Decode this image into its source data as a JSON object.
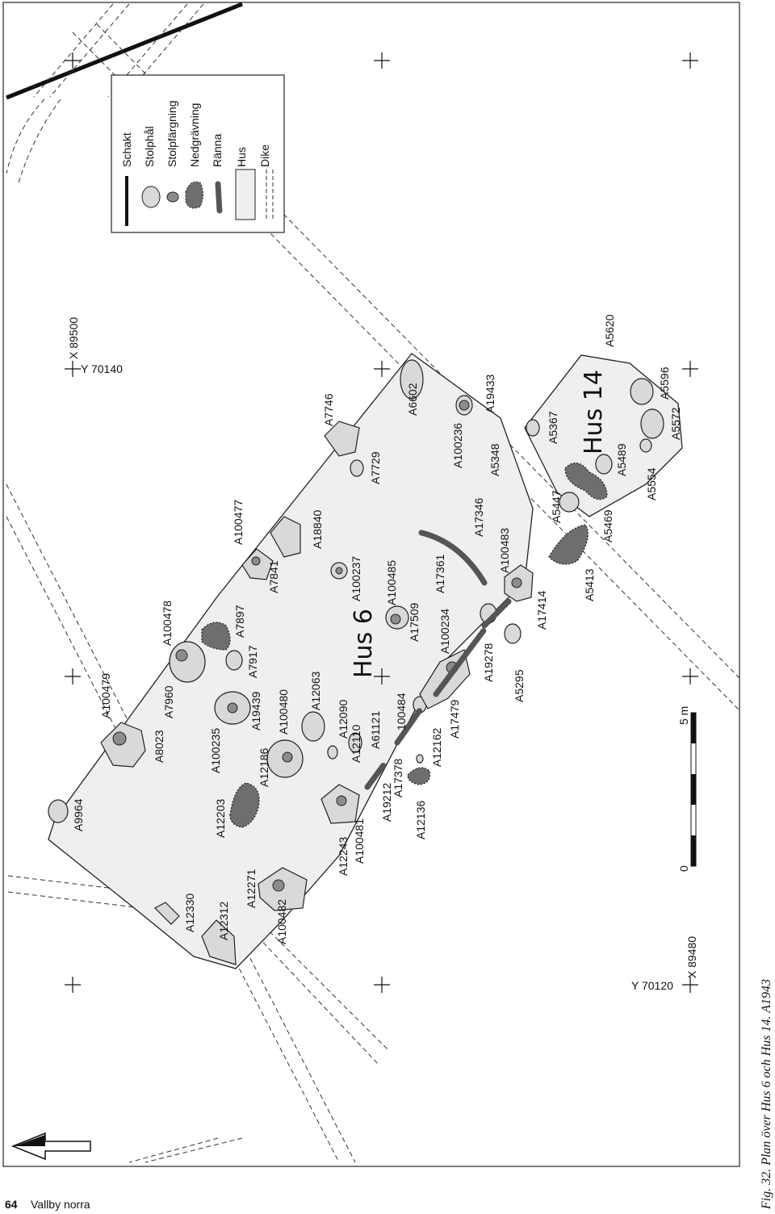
{
  "legend": {
    "items": [
      {
        "id": "schakt",
        "label": "Schakt"
      },
      {
        "id": "stolphal",
        "label": "Stolphål"
      },
      {
        "id": "stolpfargning",
        "label": "Stolpfärgning"
      },
      {
        "id": "nedgravning",
        "label": "Nedgrävning"
      },
      {
        "id": "ranna",
        "label": "Ränna"
      },
      {
        "id": "hus",
        "label": "Hus"
      },
      {
        "id": "dike",
        "label": "Dike"
      }
    ]
  },
  "houses": {
    "hus6": "Hus 6",
    "hus14": "Hus 14"
  },
  "coords": {
    "x_top": "X 89500",
    "y_top": "Y 70140",
    "x_bottom": "X 89480",
    "y_bottom": "Y 70120"
  },
  "scale": {
    "start": "0",
    "end": "5 m"
  },
  "features": [
    {
      "id": "A9964",
      "label": "A9964"
    },
    {
      "id": "A100479",
      "label": "A100479"
    },
    {
      "id": "A8023",
      "label": "A8023"
    },
    {
      "id": "A7960",
      "label": "A7960"
    },
    {
      "id": "A100478",
      "label": "A100478"
    },
    {
      "id": "A12330",
      "label": "A12330"
    },
    {
      "id": "A12203",
      "label": "A12203"
    },
    {
      "id": "A100235",
      "label": "A100235"
    },
    {
      "id": "A12312",
      "label": "A12312"
    },
    {
      "id": "A12271",
      "label": "A12271"
    },
    {
      "id": "A12186",
      "label": "A12186"
    },
    {
      "id": "A19439",
      "label": "A19439"
    },
    {
      "id": "A7917",
      "label": "A7917"
    },
    {
      "id": "A7897",
      "label": "A7897"
    },
    {
      "id": "A100477",
      "label": "A100477"
    },
    {
      "id": "A100482",
      "label": "A100482"
    },
    {
      "id": "A100480",
      "label": "A100480"
    },
    {
      "id": "A7841",
      "label": "A7841"
    },
    {
      "id": "A12243",
      "label": "A12243"
    },
    {
      "id": "A100481",
      "label": "A100481"
    },
    {
      "id": "A12090",
      "label": "A12090"
    },
    {
      "id": "A12110",
      "label": "A12110"
    },
    {
      "id": "A12063",
      "label": "A12063"
    },
    {
      "id": "A18840",
      "label": "A18840"
    },
    {
      "id": "A61121",
      "label": "A61121"
    },
    {
      "id": "A100237",
      "label": "A100237"
    },
    {
      "id": "A7746",
      "label": "A7746"
    },
    {
      "id": "A19212",
      "label": "A19212"
    },
    {
      "id": "A17378",
      "label": "A17378"
    },
    {
      "id": "100484",
      "label": "100484"
    },
    {
      "id": "A100485",
      "label": "A100485"
    },
    {
      "id": "A17509",
      "label": "A17509"
    },
    {
      "id": "A7729",
      "label": "A7729"
    },
    {
      "id": "A6602",
      "label": "A6602"
    },
    {
      "id": "A12136",
      "label": "A12136"
    },
    {
      "id": "A12162",
      "label": "A12162"
    },
    {
      "id": "A17479",
      "label": "A17479"
    },
    {
      "id": "A100234",
      "label": "A100234"
    },
    {
      "id": "A17361",
      "label": "A17361"
    },
    {
      "id": "A17346",
      "label": "A17346"
    },
    {
      "id": "A100236",
      "label": "A100236"
    },
    {
      "id": "A19278",
      "label": "A19278"
    },
    {
      "id": "A100483",
      "label": "A100483"
    },
    {
      "id": "A5348",
      "label": "A5348"
    },
    {
      "id": "A19433",
      "label": "A19433"
    },
    {
      "id": "A5295",
      "label": "A5295"
    },
    {
      "id": "A17414",
      "label": "A17414"
    },
    {
      "id": "A5447",
      "label": "A5447"
    },
    {
      "id": "A5367",
      "label": "A5367"
    },
    {
      "id": "A5413",
      "label": "A5413"
    },
    {
      "id": "A5469",
      "label": "A5469"
    },
    {
      "id": "A5489",
      "label": "A5489"
    },
    {
      "id": "A5554",
      "label": "A5554"
    },
    {
      "id": "A5572",
      "label": "A5572"
    },
    {
      "id": "A5596",
      "label": "A5596"
    },
    {
      "id": "A5620",
      "label": "A5620"
    }
  ],
  "caption": "Fig. 32. Plan över Hus 6 och Hus 14. A1943",
  "folio": {
    "number": "64",
    "title": "Vallby norra"
  }
}
